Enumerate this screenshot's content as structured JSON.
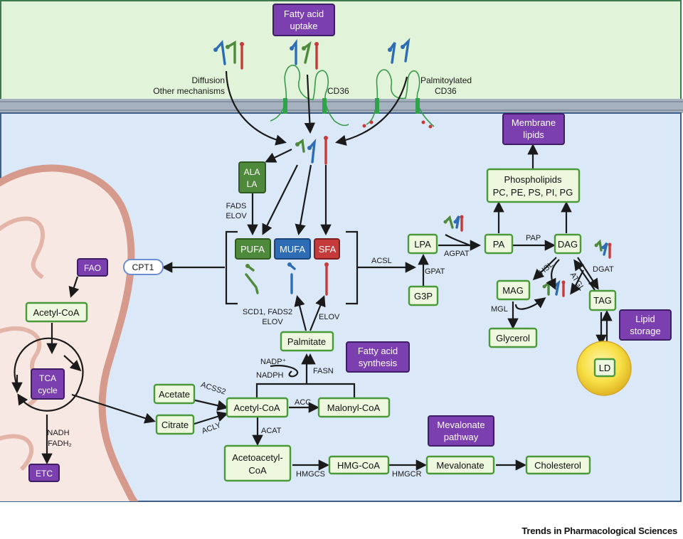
{
  "extracellular": {
    "uptake_title": [
      "Fatty acid",
      "uptake"
    ],
    "diffusion_label": [
      "Diffusion",
      "Other mechanisms"
    ],
    "cd36_label": "CD36",
    "palm_cd36_label": [
      "Palmitoylated",
      "CD36"
    ]
  },
  "mitochondrion": {
    "fao": "FAO",
    "cpt1": "CPT1",
    "acetyl_coa": "Acetyl-CoA",
    "tca": [
      "TCA",
      "cycle"
    ],
    "nadh": [
      "NADH",
      "FADH₂"
    ],
    "etc": "ETC"
  },
  "fatty_acids": {
    "ala_la": [
      "ALA",
      "LA"
    ],
    "fads_elov": [
      "FADS",
      "ELOV"
    ],
    "pufa": "PUFA",
    "mufa": "MUFA",
    "sfa": "SFA",
    "scd1": [
      "SCD1, FADS2",
      "ELOV"
    ],
    "elov": "ELOV",
    "palmitate": "Palmitate",
    "fa_synthesis": [
      "Fatty acid",
      "synthesis"
    ],
    "nadp": "NADP⁺",
    "nadph": "NADPH",
    "fasn": "FASN"
  },
  "acetyl_metabolism": {
    "acetate": "Acetate",
    "citrate": "Citrate",
    "acss2": "ACSS2",
    "acly": "ACLY",
    "acetyl_coa": "Acetyl-CoA",
    "acc": "ACC",
    "malonyl_coa": "Malonyl-CoA",
    "acat": "ACAT",
    "acetoacetyl_coa": [
      "Acetoacetyl-",
      "CoA"
    ]
  },
  "mevalonate": {
    "title": [
      "Mevalonate",
      "pathway"
    ],
    "hmgcs": "HMGCS",
    "hmg_coa": "HMG-CoA",
    "hmgcr": "HMGCR",
    "mevalonate": "Mevalonate",
    "cholesterol": "Cholesterol"
  },
  "lipids": {
    "acsl": "ACSL",
    "lpa": "LPA",
    "gpat": "GPAT",
    "g3p": "G3P",
    "agpat": "AGPAT",
    "pa": "PA",
    "pap": "PAP",
    "dag": "DAG",
    "phospholipids": [
      "Phospholipids",
      "PC, PE, PS, PI, PG"
    ],
    "membrane_lipids": [
      "Membrane",
      "lipids"
    ],
    "hsl": "HSL",
    "mag": "MAG",
    "mgl": "MGL",
    "glycerol": "Glycerol",
    "atgl": "ATGL",
    "dgat": "DGAT",
    "tag": "TAG",
    "lipid_storage": [
      "Lipid",
      "storage"
    ],
    "ld": "LD"
  },
  "footer": "Trends in Pharmacological Sciences",
  "colors": {
    "extracellular_bg": "#e1f3d8",
    "cytoplasm_bg": "#dbe8f7",
    "membrane": "#a6b1bf",
    "mitochondrion": "#f8e8e3",
    "mito_outline": "#d69a8c",
    "green_box": "#eef8df",
    "green_border": "#4a9a3a",
    "purple_box": "#7b3fb0",
    "pufa": "#4f8a3c",
    "mufa": "#2e6db5",
    "sfa": "#c53a3a",
    "lipid_droplet": "#f5dc4c"
  }
}
